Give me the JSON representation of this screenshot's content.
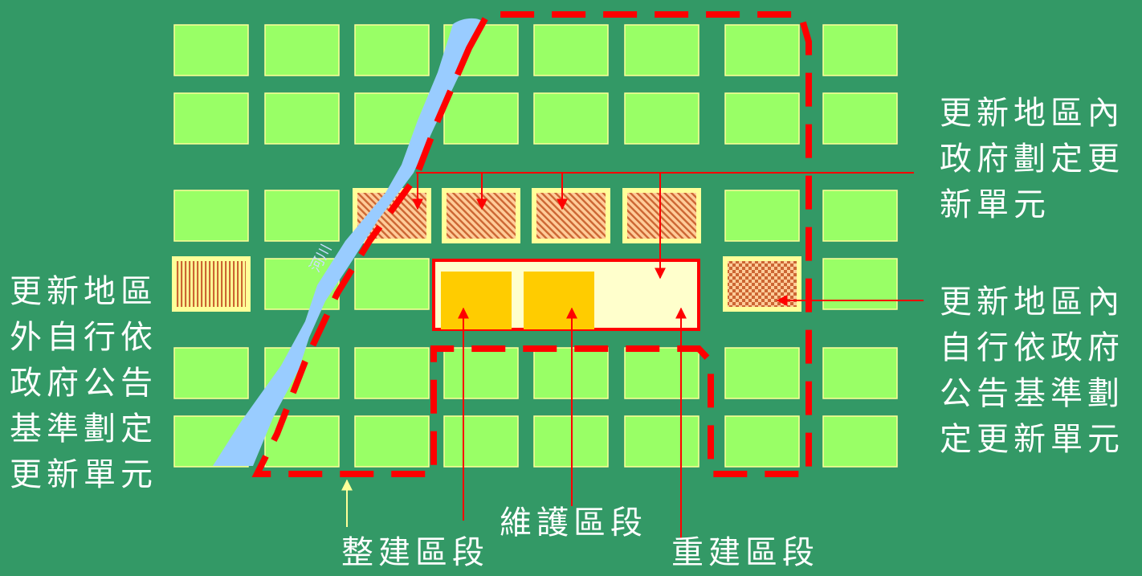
{
  "colors": {
    "background": "#339966",
    "block": "#99ff66",
    "block_border": "#ffff99",
    "river": "#99ccff",
    "boundary": "#ff0000",
    "renewal_unit_fill": "#ffffcc",
    "maintenance_block": "#ffcc00",
    "arrow": "#ff0000",
    "text": "#ffffff"
  },
  "river_label": "河川",
  "labels": {
    "top_right": [
      "更新地區內",
      "政府劃定更",
      "新單元"
    ],
    "mid_right": [
      "更新地區內",
      "自行依政府",
      "公告基準劃",
      "定更新單元"
    ],
    "left": [
      "更新地區",
      "外自行依",
      "政府公告",
      "基準劃定",
      "更新單元"
    ],
    "rehabilitation": "整建區段",
    "maintenance": "維護區段",
    "reconstruction": "重建區段"
  },
  "icons": {
    "government_unit": "diagonal-hatch-block",
    "self_unit_inside": "checkered-block",
    "self_unit_outside": "vertical-stripe-block"
  }
}
